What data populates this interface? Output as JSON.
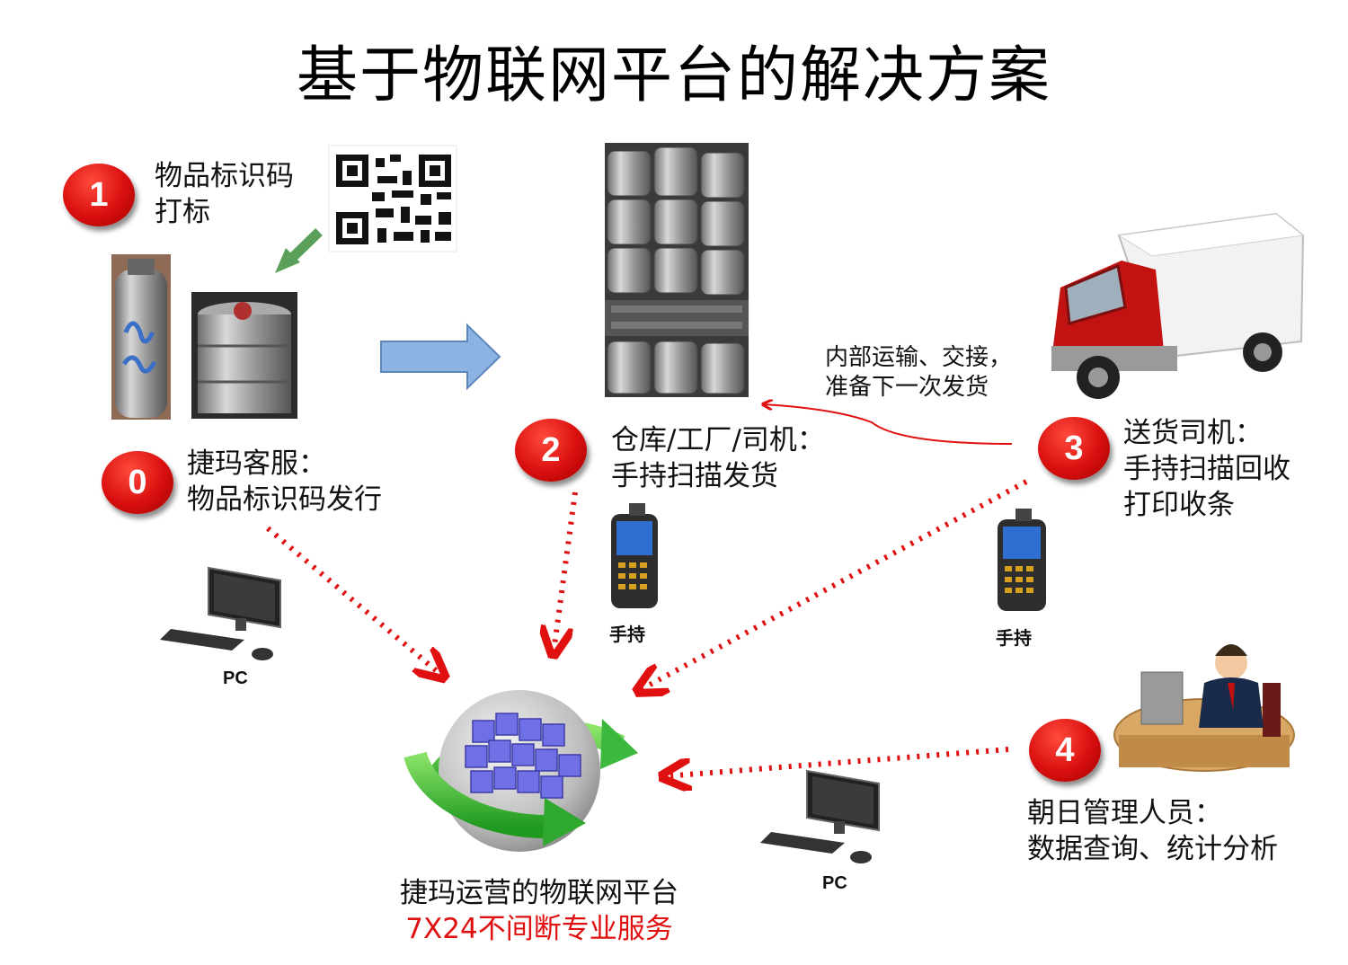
{
  "title": "基于物联网平台的解决方案",
  "steps": [
    {
      "number": "1",
      "line1": "物品标识码",
      "line2": "打标"
    },
    {
      "number": "0",
      "line1": "捷玛客服：",
      "line2": "物品标识码发行"
    },
    {
      "number": "2",
      "line1": "仓库/工厂/司机：",
      "line2": "手持扫描发货"
    },
    {
      "number": "3",
      "line1": "送货司机：",
      "line2": "手持扫描回收",
      "line3": "打印收条"
    },
    {
      "number": "4",
      "line1": "朝日管理人员：",
      "line2": "数据查询、统计分析"
    }
  ],
  "transport_note": {
    "line1": "内部运输、交接，",
    "line2": "准备下一次发货"
  },
  "devices": {
    "handheld_1": "手持",
    "handheld_2": "手持",
    "pc_1": "PC",
    "pc_2": "PC"
  },
  "platform": {
    "line1": "捷玛运营的物联网平台",
    "line2": "7X24不间断专业服务"
  },
  "colors": {
    "accent_red": "#e01010",
    "badge_red": "#d90f0f",
    "arrow_blue": "#8db3e2",
    "ring_green": "#3cb83c"
  }
}
